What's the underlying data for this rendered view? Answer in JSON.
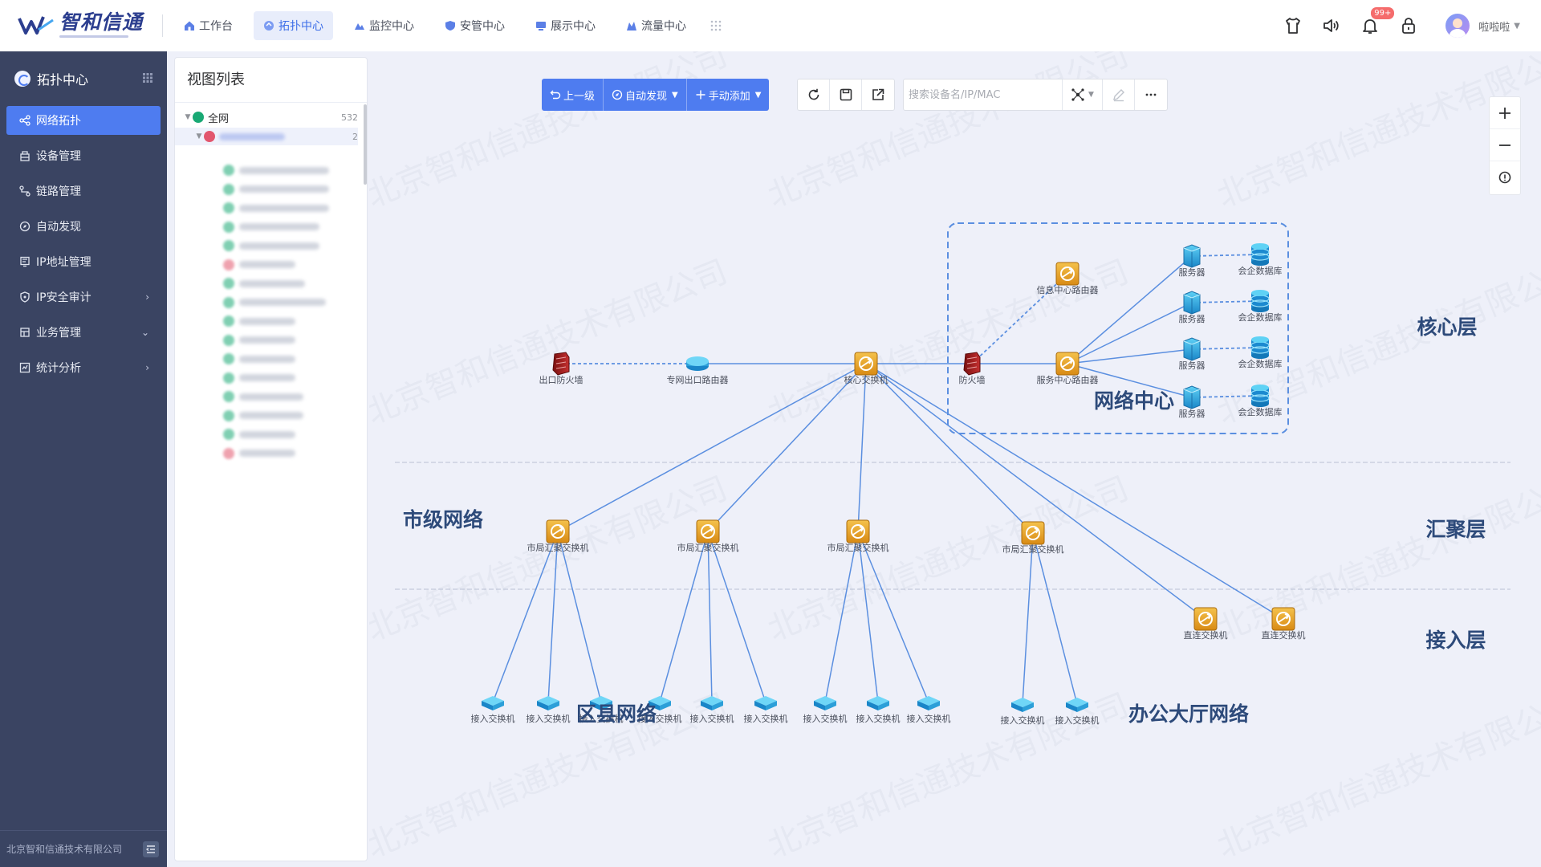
{
  "brand": {
    "title": "智和信通"
  },
  "topnav": {
    "items": [
      {
        "label": "工作台",
        "icon": "home-icon"
      },
      {
        "label": "拓扑中心",
        "icon": "topology-icon",
        "active": true
      },
      {
        "label": "监控中心",
        "icon": "monitor-icon"
      },
      {
        "label": "安管中心",
        "icon": "shield-icon"
      },
      {
        "label": "展示中心",
        "icon": "display-icon"
      },
      {
        "label": "流量中心",
        "icon": "traffic-icon"
      }
    ],
    "notification_badge": "99+",
    "user_name": "啦啦啦"
  },
  "sidebar": {
    "title": "拓扑中心",
    "items": [
      {
        "label": "网络拓扑",
        "icon": "topology-icon",
        "active": true
      },
      {
        "label": "设备管理",
        "icon": "device-icon"
      },
      {
        "label": "链路管理",
        "icon": "link-icon"
      },
      {
        "label": "自动发现",
        "icon": "discover-icon"
      },
      {
        "label": "IP地址管理",
        "icon": "ip-icon"
      },
      {
        "label": "IP安全审计",
        "icon": "audit-icon",
        "expandable": "right"
      },
      {
        "label": "业务管理",
        "icon": "business-icon",
        "expandable": "down"
      },
      {
        "label": "统计分析",
        "icon": "stats-icon",
        "expandable": "right"
      }
    ],
    "footer": "北京智和信通技术有限公司"
  },
  "view_list": {
    "title": "视图列表",
    "root": {
      "label": "全网",
      "count": "532",
      "status_color": "#19a974"
    },
    "second": {
      "count": "2",
      "status_color": "#e2566d"
    },
    "blurred_item_status_colors": [
      "#19a974",
      "#19a974",
      "#19a974",
      "#19a974",
      "#19a974",
      "#e2566d",
      "#19a974",
      "#19a974",
      "#19a974",
      "#19a974",
      "#19a974",
      "#19a974",
      "#19a974",
      "#19a974",
      "#19a974",
      "#e2566d"
    ]
  },
  "toolbar": {
    "back": "上一级",
    "auto_discover": "自动发现",
    "manual_add": "手动添加",
    "search_placeholder": "搜索设备名/IP/MAC"
  },
  "topology": {
    "watermark": "北京智和信通技术有限公司",
    "layer_labels": {
      "core": "核心层",
      "aggregation": "汇聚层",
      "access": "接入层"
    },
    "region_labels": {
      "center": "网络中心",
      "city": "市级网络",
      "county": "区县网络",
      "office": "办公大厅网络"
    },
    "devices": {
      "exit_firewall": "出口防火墙",
      "egress_router": "专网出口路由器",
      "core_switch": "核心交换机",
      "firewall": "防火墙",
      "info_router": "信息中心路由器",
      "service_router": "服务中心路由器",
      "server": "服务器",
      "database": "会企数据库",
      "city_agg_switch": "市局汇聚交换机",
      "access_switch": "接入交换机",
      "direct_switch": "直连交换机"
    }
  },
  "colors": {
    "accent": "#4e7cf0",
    "sidebar": "#3a4462",
    "link": "#5b8fe0"
  }
}
